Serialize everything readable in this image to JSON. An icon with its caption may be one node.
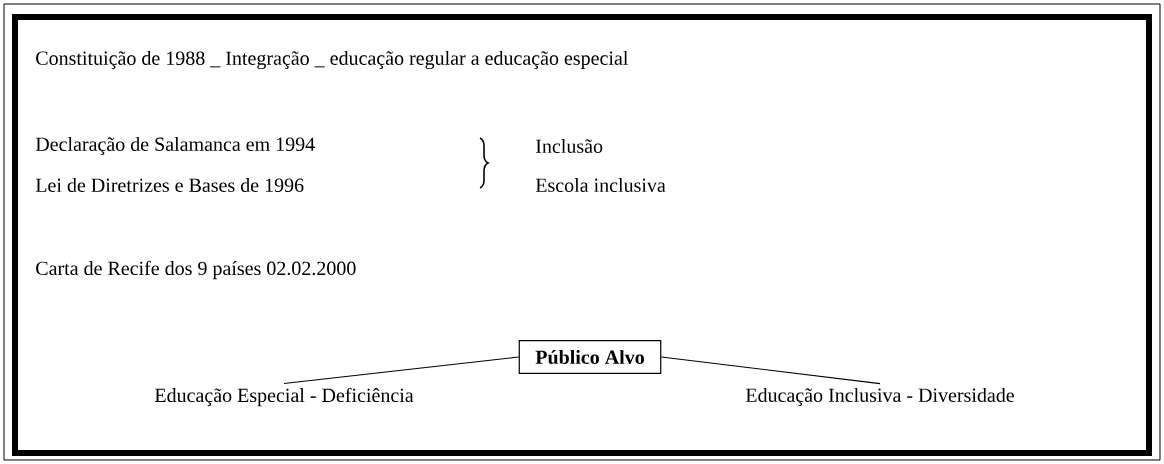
{
  "diagram": {
    "nodes": [
      {
        "text": [
          "Público Alvo"
        ]
      },
      {
        "text": [
          "Educação Especial - Deficiência"
        ]
      },
      {
        "text": [
          "Educação Inclusiva - Diversidade"
        ]
      }
    ],
    "edges": [
      {
        "from": 0,
        "to": 1,
        "arrow": "none"
      },
      {
        "from": 0,
        "to": 2,
        "arrow": "none"
      }
    ],
    "labels": [
      "Constituição de 1988 _ Integração _ educação regular a educação especial",
      "Declaração de Salamanca em 1994",
      "Inclusão",
      "Lei de Diretrizes e Bases de 1996",
      "Escola inclusiva",
      "Carta de Recife dos 9 países 02.02.2000"
    ]
  }
}
